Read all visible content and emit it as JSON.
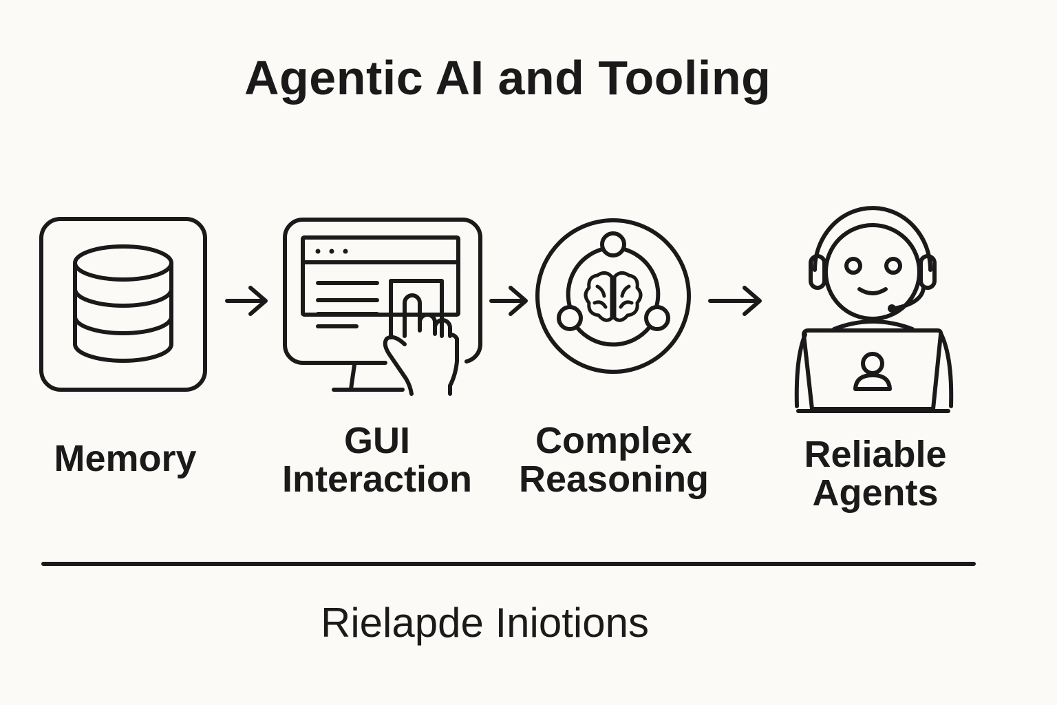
{
  "title": "Agentic AI and Tooling",
  "steps": [
    {
      "icon": "database-icon",
      "lines": [
        "Memory"
      ]
    },
    {
      "icon": "gui-interaction-icon",
      "lines": [
        "GUI",
        "Interaction"
      ]
    },
    {
      "icon": "brain-reasoning-icon",
      "lines": [
        "Complex",
        "Reasoning"
      ]
    },
    {
      "icon": "support-agent-icon",
      "lines": [
        "Reliable",
        "Agents"
      ]
    }
  ],
  "footer": "Rielapde Iniotions",
  "colors": {
    "background": "#FBFAF6",
    "ink": "#1A1A1A"
  }
}
